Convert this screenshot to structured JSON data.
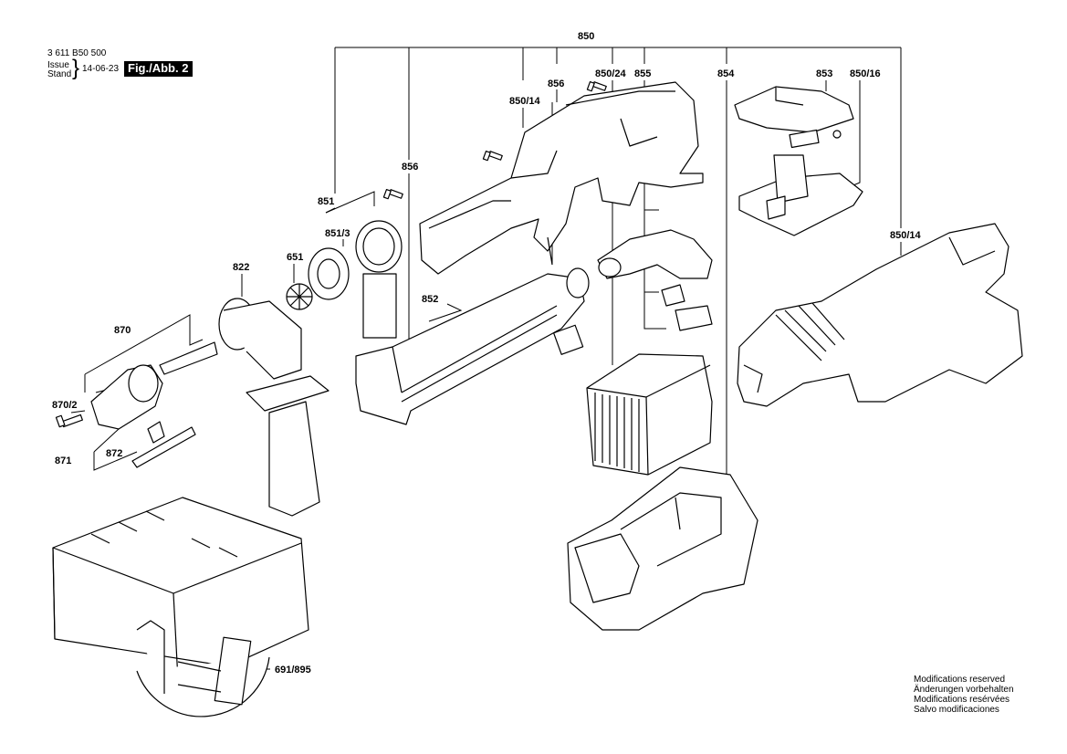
{
  "header": {
    "doc_number": "3 611 B50 500",
    "issue_label": "Issue",
    "stand_label": "Stand",
    "issue_date": "14-06-23",
    "figure": "Fig./Abb. 2"
  },
  "labels": {
    "p850": "850",
    "p850_14_a": "850/14",
    "p856_a": "856",
    "p850_24": "850/24",
    "p855": "855",
    "p854": "854",
    "p853": "853",
    "p850_16": "850/16",
    "p856_b": "856",
    "p851": "851",
    "p851_3": "851/3",
    "p651": "651",
    "p822": "822",
    "p852": "852",
    "p850_14_b": "850/14",
    "p870": "870",
    "p870_2": "870/2",
    "p871": "871",
    "p872": "872",
    "p691_895": "691/895"
  },
  "notes": [
    "Modifications reserved",
    "Änderungen vorbehalten",
    "Modifications resérvées",
    "Salvo modificaciones"
  ]
}
